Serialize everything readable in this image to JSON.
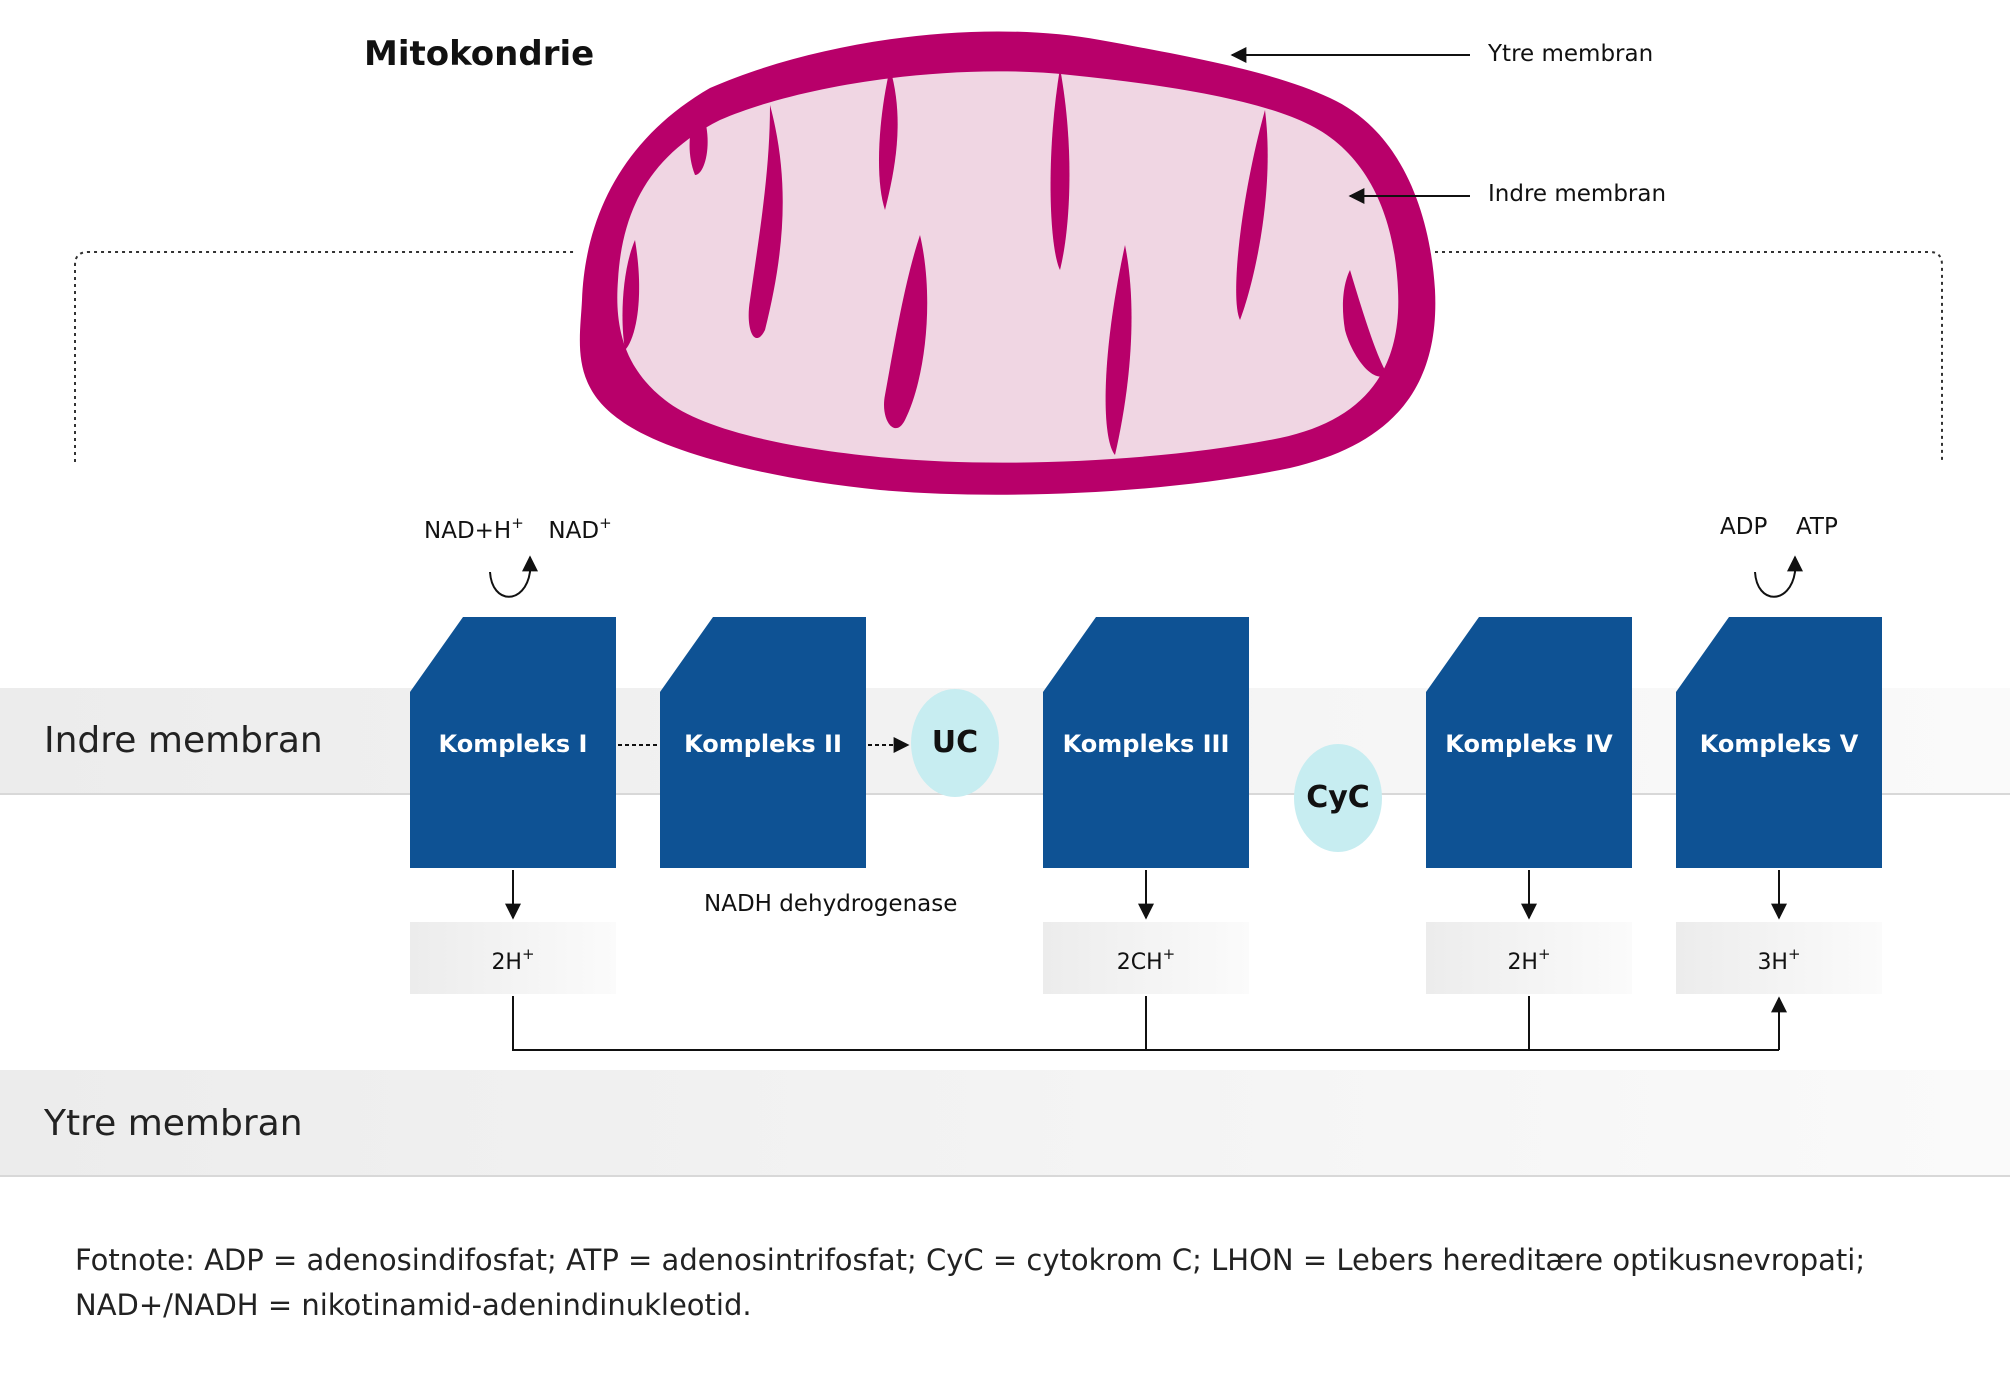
{
  "title": "Mitokondrie",
  "labels": {
    "outer_membrane_pointer": "Ytre membran",
    "inner_membrane_pointer": "Indre membran",
    "inner_band": "Indre membran",
    "outer_band": "Ytre membran",
    "nadh_dehydrogenase": "NADH dehydrogenase"
  },
  "reactions": {
    "left": {
      "from": "NAD+H",
      "from_sup": "+",
      "to": "NAD",
      "to_sup": "+"
    },
    "right": {
      "from": "ADP",
      "to": "ATP"
    }
  },
  "complexes": [
    {
      "label": "Kompleks I"
    },
    {
      "label": "Kompleks II"
    },
    {
      "label": "Kompleks III"
    },
    {
      "label": "Kompleks IV"
    },
    {
      "label": "Kompleks V"
    }
  ],
  "carriers": {
    "uc": "UC",
    "cyc": "CyC"
  },
  "protons": [
    {
      "base": "2H",
      "sup": "+"
    },
    {
      "base": "2CH",
      "sup": "+"
    },
    {
      "base": "2H",
      "sup": "+"
    },
    {
      "base": "3H",
      "sup": "+"
    }
  ],
  "footnote": {
    "line1": "Fotnote: ADP = adenosindifosfat; ATP = adenosintrifosfat; CyC = cytokrom C; LHON = Lebers hereditære optikusnevropati;",
    "line2": "NAD+/NADH = nikotinamid-adenindinukleotid."
  },
  "colors": {
    "mito_membrane": "#b8006a",
    "mito_matrix": "#f0d6e3",
    "complex_blue": "#0e5294",
    "carrier_cyan": "#c7edf1",
    "band_gray": "#f4f4f4"
  }
}
